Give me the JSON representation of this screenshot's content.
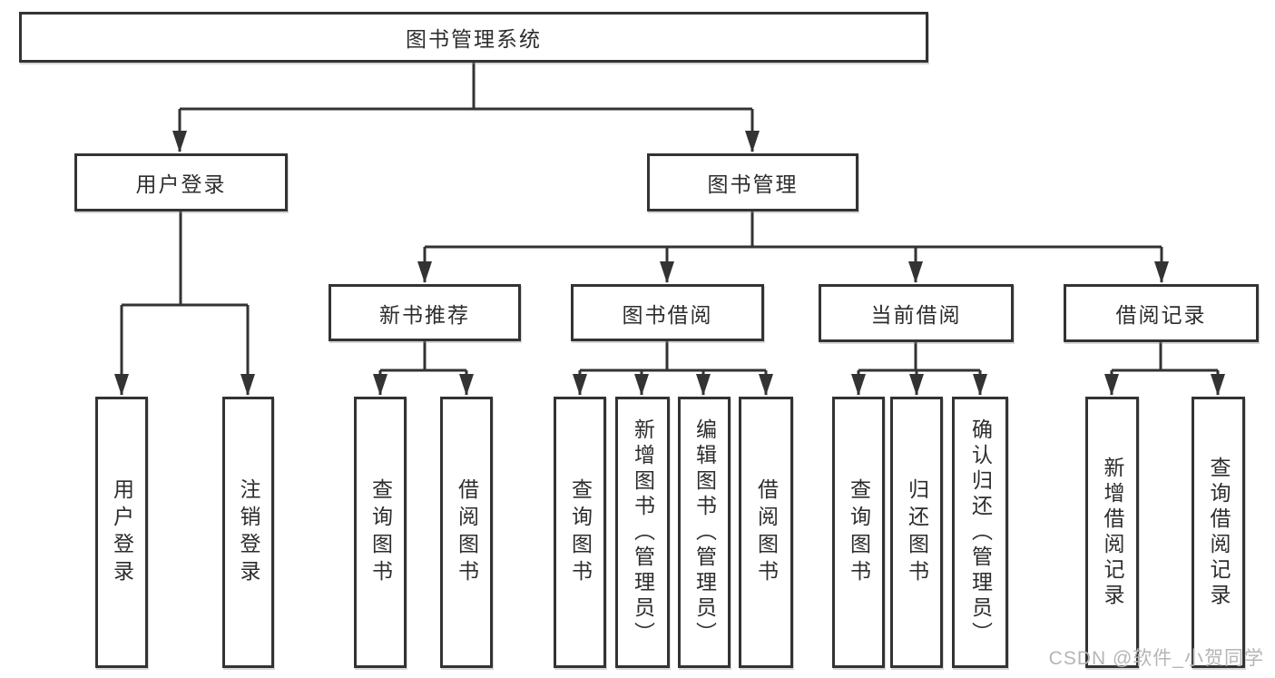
{
  "tree": {
    "root": {
      "label": "图书管理系统"
    },
    "branches": [
      {
        "label": "用户登录",
        "children": [
          {
            "label": "用户登录"
          },
          {
            "label": "注销登录"
          }
        ]
      },
      {
        "label": "图书管理",
        "children": [
          {
            "label": "新书推荐",
            "children": [
              {
                "label": "查询图书"
              },
              {
                "label": "借阅图书"
              }
            ]
          },
          {
            "label": "图书借阅",
            "children": [
              {
                "label": "查询图书"
              },
              {
                "label": "新增图书（管理员）"
              },
              {
                "label": "编辑图书（管理员）"
              },
              {
                "label": "借阅图书"
              }
            ]
          },
          {
            "label": "当前借阅",
            "children": [
              {
                "label": "查询图书"
              },
              {
                "label": "归还图书"
              },
              {
                "label": "确认归还（管理员）"
              }
            ]
          },
          {
            "label": "借阅记录",
            "children": [
              {
                "label": "新增借阅记录"
              },
              {
                "label": "查询借阅记录"
              }
            ]
          }
        ]
      }
    ]
  },
  "watermark": {
    "text": "CSDN @软件_小贺同学"
  },
  "colors": {
    "line": "#333333",
    "box_fill": "#ffffff",
    "watermark": "#b5b5b5"
  }
}
